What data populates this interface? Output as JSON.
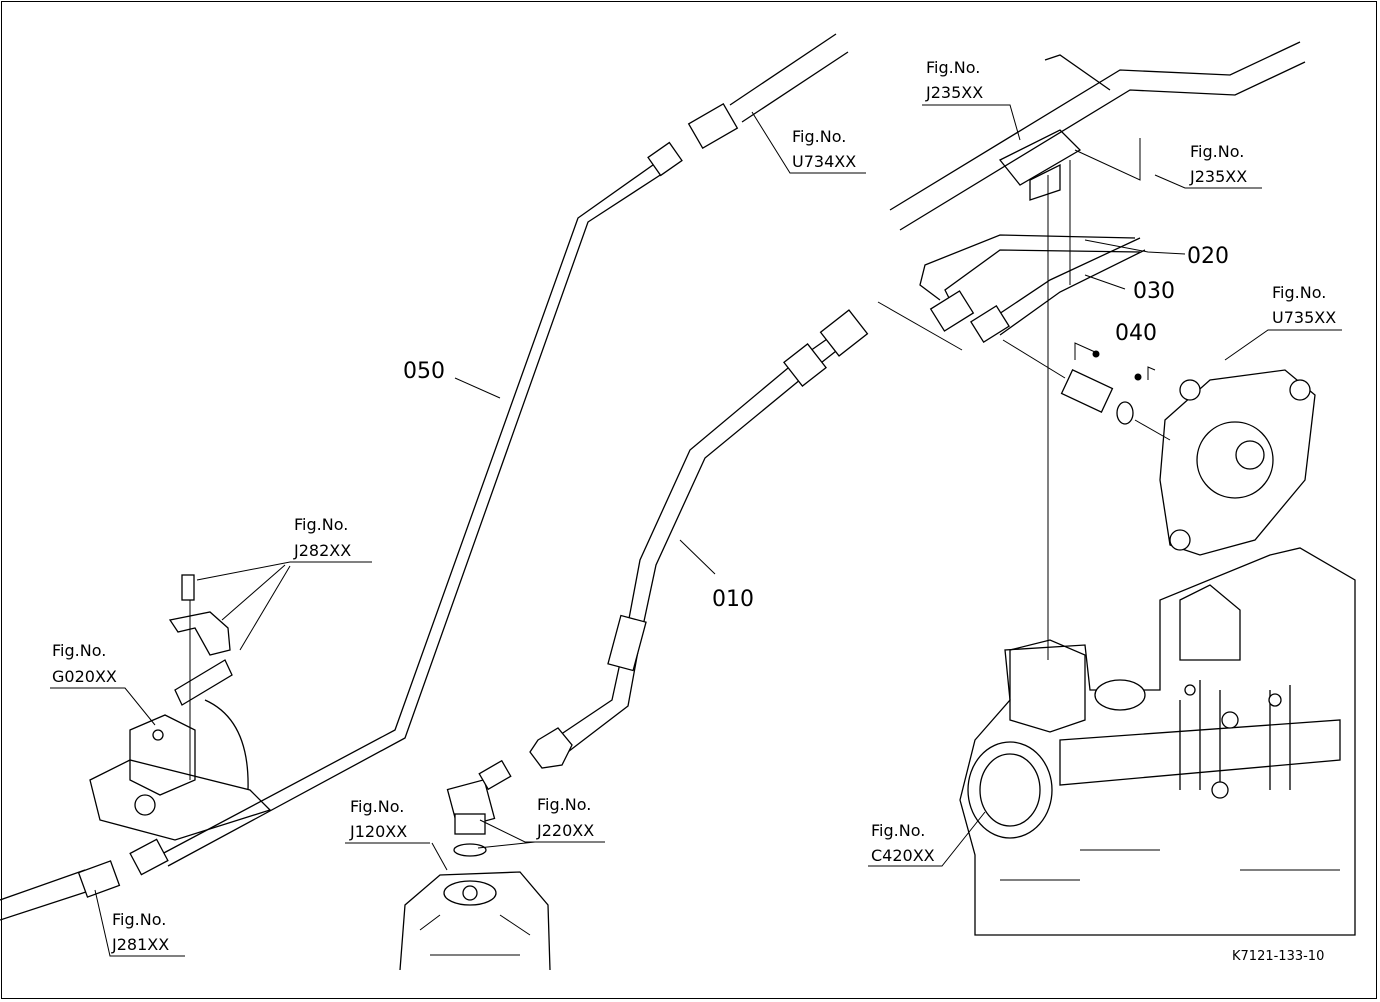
{
  "labels": {
    "fig_prefix": "Fig.No.",
    "ref_j235_top": "J235XX",
    "ref_u734": "U734XX",
    "ref_j235_right": "J235XX",
    "ref_u735": "U735XX",
    "ref_j282": "J282XX",
    "ref_g020": "G020XX",
    "ref_j120": "J120XX",
    "ref_j220": "J220XX",
    "ref_c420": "C420XX",
    "ref_j281": "J281XX",
    "part_050": "050",
    "part_010": "010",
    "part_020": "020",
    "part_030": "030",
    "part_040": "040",
    "drawing_code": "K7121-133-10"
  }
}
